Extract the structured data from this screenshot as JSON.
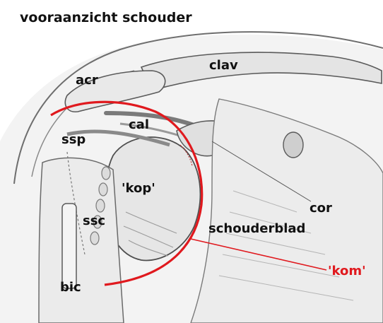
{
  "title": "vooraanzicht schouder",
  "labels": {
    "acr": "acr",
    "clav": "clav",
    "cal": "cal",
    "ssp": "ssp",
    "kop": "'kop'",
    "ssc": "ssc",
    "cor": "cor",
    "schouderblad": "schouderblad",
    "kom": "'kom'",
    "bic": "bic"
  },
  "colors": {
    "accent": "#e0191e",
    "ink": "#111111",
    "sketch": "#6e6e6e",
    "shade": "#d8d8d8"
  }
}
